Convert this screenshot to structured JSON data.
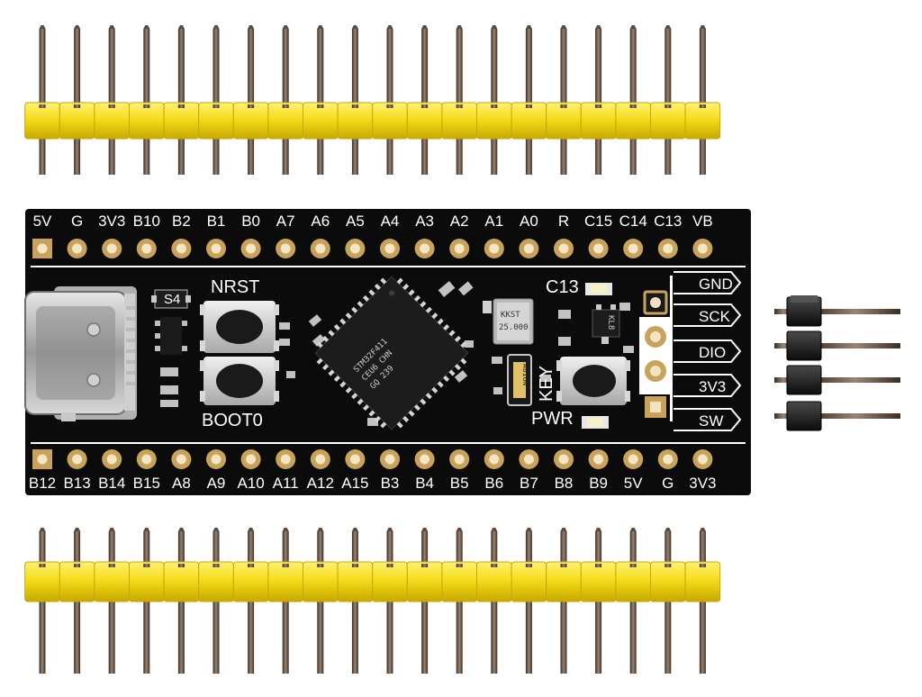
{
  "board": {
    "top_pins": [
      "5V",
      "G",
      "3V3",
      "B10",
      "B2",
      "B1",
      "B0",
      "A7",
      "A6",
      "A5",
      "A4",
      "A3",
      "A2",
      "A1",
      "A0",
      "R",
      "C15",
      "C14",
      "C13",
      "VB"
    ],
    "bottom_pins": [
      "B12",
      "B13",
      "B14",
      "B15",
      "A8",
      "A9",
      "A10",
      "A11",
      "A12",
      "A15",
      "B3",
      "B4",
      "B5",
      "B6",
      "B7",
      "B8",
      "B9",
      "5V",
      "G",
      "3V3"
    ],
    "swd_pins": [
      "GND",
      "SCK",
      "DIO",
      "3V3",
      "SW"
    ],
    "buttons": {
      "reset": "NRST",
      "boot": "BOOT0",
      "key": "KEY"
    },
    "labels": {
      "led": "C13",
      "power": "PWR",
      "resistor": "S4"
    },
    "mcu_marking": [
      "STM32F411",
      "CEU6 CHN",
      "GQ 239"
    ],
    "crystal_marking": [
      "KKST",
      "25.000"
    ],
    "small_crystal_marking": "A816N",
    "ldo_marking": "KL8"
  },
  "colors": {
    "pcb": "#0b0b0b",
    "silkscreen": "#ffffff",
    "header_plastic": "#f3de1c",
    "pin_metal": "#6b5a4a",
    "pad_gold": "#c9a35a"
  }
}
